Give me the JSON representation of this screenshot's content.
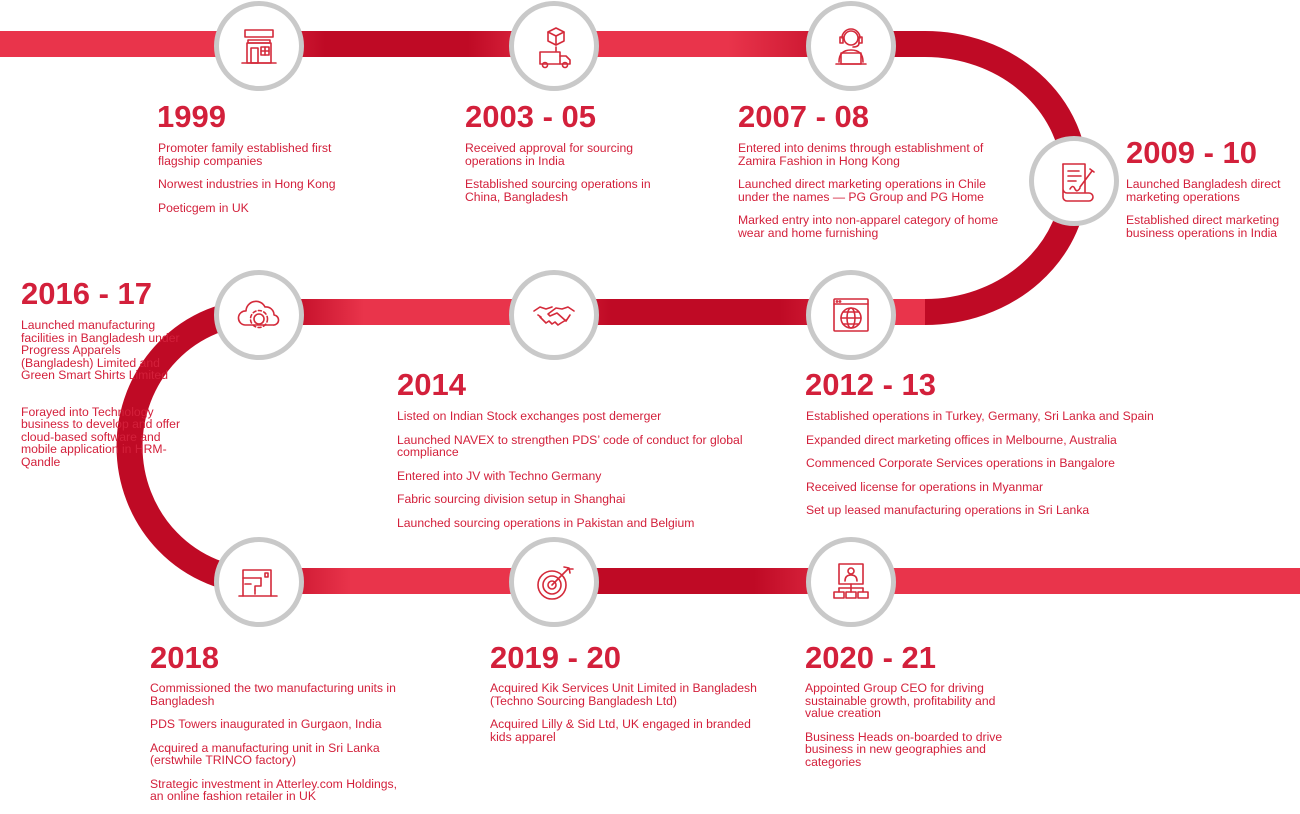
{
  "colors": {
    "road_dark": "#bf0a25",
    "road_light": "#e9344b",
    "text": "#d3203b",
    "node_border": "#c9c9c9"
  },
  "milestones": [
    {
      "year": "1999",
      "icon": "store-icon",
      "items": [
        "Promoter family established first flagship companies",
        "Norwest industries in Hong Kong",
        "Poeticgem in UK"
      ]
    },
    {
      "year": "2003 - 05",
      "icon": "delivery-truck-icon",
      "items": [
        "Received approval for sourcing operations in India",
        "Established sourcing operations in China, Bangladesh"
      ]
    },
    {
      "year": "2007 - 08",
      "icon": "operator-laptop-icon",
      "items": [
        "Entered into denims through establishment of Zamira Fashion in Hong Kong",
        "Launched direct marketing operations in Chile under the names — PG Group and PG Home",
        "Marked entry into non-apparel category of home wear and home furnishing"
      ]
    },
    {
      "year": "2009 - 10",
      "icon": "contract-icon",
      "items": [
        "Launched Bangladesh direct marketing operations",
        "Established direct marketing business operations in India"
      ]
    },
    {
      "year": "2012 - 13",
      "icon": "web-globe-icon",
      "items": [
        "Established operations in Turkey, Germany, Sri Lanka and Spain",
        "Expanded direct marketing offices in Melbourne, Australia",
        "Commenced Corporate Services operations in Bangalore",
        "Received license for operations in Myanmar",
        "Set up leased manufacturing operations in Sri Lanka"
      ]
    },
    {
      "year": "2014",
      "icon": "handshake-icon",
      "items": [
        "Listed on Indian Stock exchanges post demerger",
        "Launched NAVEX to strengthen PDS’ code of conduct for global compliance",
        "Entered into JV with Techno Germany",
        "Fabric sourcing division setup in Shanghai",
        "Launched sourcing operations in Pakistan and Belgium"
      ]
    },
    {
      "year": "2016 - 17",
      "icon": "cloud-gear-icon",
      "items": [
        "Launched manufacturing facilities in Bangladesh under Progress Apparels (Bangladesh) Limited and Green Smart Shirts Limited",
        "Forayed into Technology business to develop and offer cloud-based software and mobile application in HRM-Qandle"
      ]
    },
    {
      "year": "2018",
      "icon": "sewing-machine-icon",
      "items": [
        "Commissioned the two manufacturing units in Bangladesh",
        "PDS Towers inaugurated in Gurgaon, India",
        "Acquired a manufacturing unit in Sri Lanka (erstwhile TRINCO factory)",
        "Strategic investment in Atterley.com Holdings, an online fashion retailer in UK"
      ]
    },
    {
      "year": "2019 - 20",
      "icon": "target-arrow-icon",
      "items": [
        "Acquired Kik Services Unit Limited in Bangladesh (Techno Sourcing Bangladesh Ltd)",
        "Acquired Lilly & Sid Ltd, UK engaged in branded kids apparel"
      ]
    },
    {
      "year": "2020 - 21",
      "icon": "org-chart-presenter-icon",
      "items": [
        "Appointed Group CEO for driving sustainable growth, profitability and value creation",
        "Business Heads on-boarded to drive business in new geographies and categories"
      ]
    }
  ]
}
